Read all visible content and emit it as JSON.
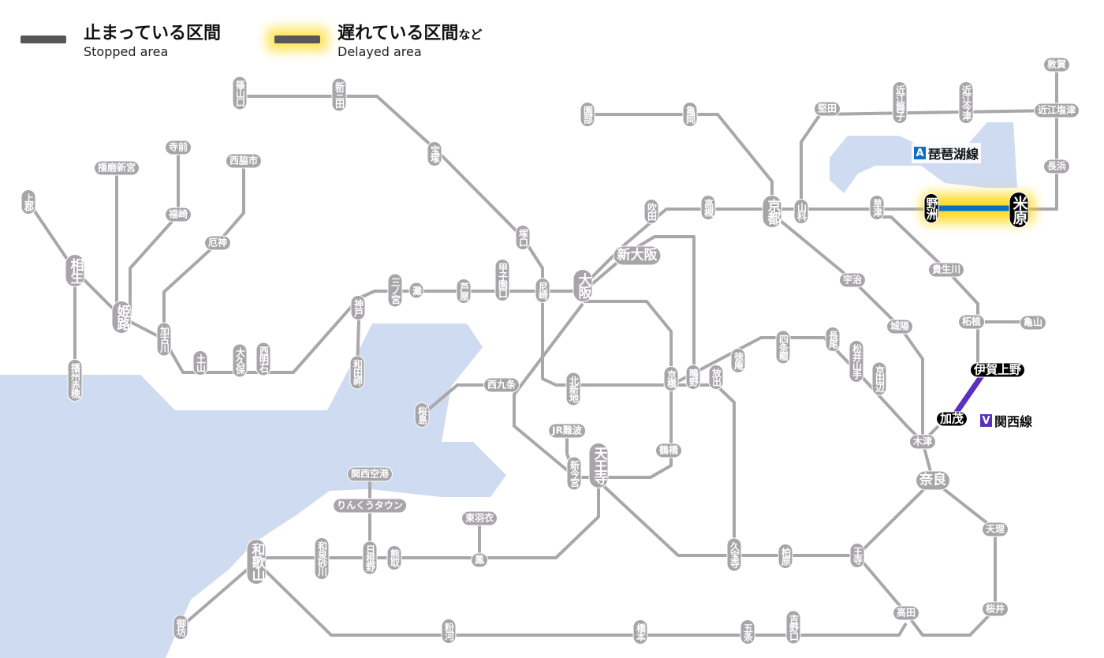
{
  "legend": {
    "stopped": {
      "jp": "止まっている区間",
      "en": "Stopped area"
    },
    "delayed": {
      "jp": "遅れている区間",
      "jp_suffix": "など",
      "en": "Delayed area"
    }
  },
  "lines": [
    {
      "badge": "A",
      "name": "琵琶湖線",
      "color": "#0a6fc2",
      "status": "delayed"
    },
    {
      "badge": "V",
      "name": "関西線",
      "color": "#5b2fc0",
      "status": "stopped"
    }
  ],
  "colors": {
    "track": "#aaa7ab",
    "sea": "#cfdbf1",
    "glow": "#ffd400"
  },
  "stations": [
    {
      "name": "篠山口"
    },
    {
      "name": "新三田"
    },
    {
      "name": "宝塚"
    },
    {
      "name": "寺前"
    },
    {
      "name": "播磨新宮"
    },
    {
      "name": "西脇市"
    },
    {
      "name": "上郡"
    },
    {
      "name": "福崎"
    },
    {
      "name": "厄神"
    },
    {
      "name": "相生"
    },
    {
      "name": "姫路"
    },
    {
      "name": "加古川"
    },
    {
      "name": "土山"
    },
    {
      "name": "大久保"
    },
    {
      "name": "西明石"
    },
    {
      "name": "神戸"
    },
    {
      "name": "和田岬"
    },
    {
      "name": "三ノ宮"
    },
    {
      "name": "灘"
    },
    {
      "name": "芦屋"
    },
    {
      "name": "甲子園口"
    },
    {
      "name": "塚口"
    },
    {
      "name": "尼崎"
    },
    {
      "name": "大阪"
    },
    {
      "name": "播州赤穂"
    },
    {
      "name": "西九条"
    },
    {
      "name": "桜島"
    },
    {
      "name": "北新地"
    },
    {
      "name": "京橋"
    },
    {
      "name": "鴫野"
    },
    {
      "name": "放出"
    },
    {
      "name": "徳庵"
    },
    {
      "name": "四条畷"
    },
    {
      "name": "長尾"
    },
    {
      "name": "松井山手"
    },
    {
      "name": "京田辺"
    },
    {
      "name": "JR難波"
    },
    {
      "name": "新今宮"
    },
    {
      "name": "天王寺"
    },
    {
      "name": "鶴橋"
    },
    {
      "name": "関西空港"
    },
    {
      "name": "りんくうタウン"
    },
    {
      "name": "東羽衣"
    },
    {
      "name": "鳳"
    },
    {
      "name": "和歌山"
    },
    {
      "name": "和泉砂川"
    },
    {
      "name": "日根野"
    },
    {
      "name": "熊取"
    },
    {
      "name": "久宝寺"
    },
    {
      "name": "柏原"
    },
    {
      "name": "王寺"
    },
    {
      "name": "御坊"
    },
    {
      "name": "粉河"
    },
    {
      "name": "橋本"
    },
    {
      "name": "五条"
    },
    {
      "name": "吉野口"
    },
    {
      "name": "高田"
    },
    {
      "name": "桜井"
    },
    {
      "name": "天理"
    },
    {
      "name": "奈良"
    },
    {
      "name": "木津"
    },
    {
      "name": "城陽"
    },
    {
      "name": "宇治"
    },
    {
      "name": "貴生川"
    },
    {
      "name": "柘植"
    },
    {
      "name": "亀山"
    },
    {
      "name": "伊賀上野"
    },
    {
      "name": "加茂"
    },
    {
      "name": "新大阪"
    },
    {
      "name": "吹田"
    },
    {
      "name": "高槻"
    },
    {
      "name": "京都"
    },
    {
      "name": "山科"
    },
    {
      "name": "草津"
    },
    {
      "name": "野洲"
    },
    {
      "name": "米原"
    },
    {
      "name": "園部"
    },
    {
      "name": "亀岡"
    },
    {
      "name": "堅田"
    },
    {
      "name": "近江舞子"
    },
    {
      "name": "近江今津"
    },
    {
      "name": "近江塩津"
    },
    {
      "name": "敦賀"
    },
    {
      "name": "長浜"
    }
  ]
}
